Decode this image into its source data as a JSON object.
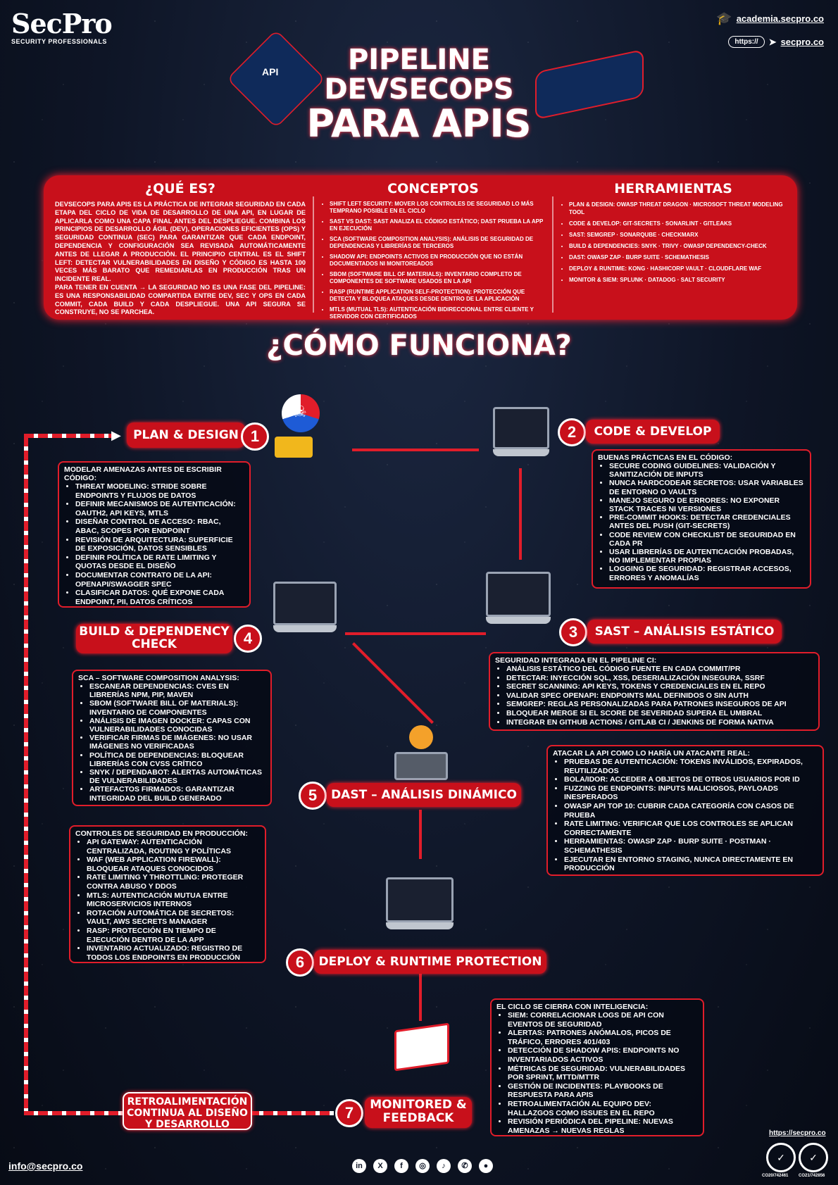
{
  "brand": {
    "name": "SecPro",
    "tagline": "SECURITY PROFESSIONALS"
  },
  "header_links": {
    "academy": "academia.secpro.co",
    "https_pill": "https://",
    "site": "secpro.co"
  },
  "title": {
    "line1": "PIPELINE",
    "line2": "DEVSECOPS",
    "line3": "PARA APIS"
  },
  "info": {
    "que_es": {
      "title": "¿QUÉ ES?",
      "body": "DevSecOps para APIs es la práctica de integrar seguridad en cada etapa del ciclo de vida de desarrollo de una API, en lugar de aplicarla como una capa final antes del despliegue. Combina los principios de desarrollo ágil (Dev), operaciones eficientes (Ops) y seguridad continua (Sec) para garantizar que cada endpoint, dependencia y configuración sea revisada automáticamente antes de llegar a producción. El principio central es el Shift Left: detectar vulnerabilidades en diseño y código es hasta 100 veces más barato que remediarlas en producción tras un incidente real.",
      "note": "Para tener en cuenta → La seguridad no es una fase del pipeline: es una responsabilidad compartida entre Dev, Sec y Ops en cada commit, cada build y cada despliegue. Una API segura se construye, no se parchea."
    },
    "conceptos": {
      "title": "CONCEPTOS",
      "items": [
        "Shift Left Security: Mover los controles de seguridad lo más temprano posible en el ciclo",
        "SAST vs DAST: SAST analiza el código estático; DAST prueba la app en ejecución",
        "SCA (Software Composition Analysis): Análisis de seguridad de dependencias y librerías de terceros",
        "Shadow API: Endpoints activos en producción que no están documentados ni monitoreados",
        "SBOM (Software Bill of Materials): Inventario completo de componentes de software usados en la API",
        "RASP (Runtime Application Self-Protection): Protección que detecta y bloquea ataques desde dentro de la aplicación",
        "mTLS (Mutual TLS): Autenticación bidireccional entre cliente y servidor con certificados"
      ]
    },
    "herramientas": {
      "title": "HERRAMIENTAS",
      "items": [
        "Plan & Design: OWASP Threat Dragon · Microsoft Threat Modeling Tool",
        "Code & Develop: git-secrets · SonarLint · Gitleaks",
        "SAST: Semgrep · SonarQube · Checkmarx",
        "Build & Dependencies: Snyk · Trivy · OWASP Dependency-Check",
        "DAST: OWASP ZAP · Burp Suite · Schemathesis",
        "Deploy & Runtime: Kong · HashiCorp Vault · Cloudflare WAF",
        "Monitor & SIEM: Splunk · Datadog · Salt Security"
      ]
    }
  },
  "how_title": "¿CÓMO FUNCIONA?",
  "steps": [
    {
      "num": "1",
      "label": "PLAN & DESIGN",
      "head": "MODELAR AMENAZAS ANTES DE ESCRIBIR CÓDIGO:",
      "items": [
        "THREAT MODELING: STRIDE SOBRE ENDPOINTS Y FLUJOS DE DATOS",
        "DEFINIR MECANISMOS DE AUTENTICACIÓN: OAUTH2, API KEYS, MTLS",
        "DISEÑAR CONTROL DE ACCESO: RBAC, ABAC, SCOPES POR ENDPOINT",
        "REVISIÓN DE ARQUITECTURA: SUPERFICIE DE EXPOSICIÓN, DATOS SENSIBLES",
        "DEFINIR POLÍTICA DE RATE LIMITING Y QUOTAS DESDE EL DISEÑO",
        "DOCUMENTAR CONTRATO DE LA API: OPENAPI/SWAGGER SPEC",
        "CLASIFICAR DATOS: QUÉ EXPONE CADA ENDPOINT, PII, DATOS CRÍTICOS"
      ]
    },
    {
      "num": "2",
      "label": "CODE & DEVELOP",
      "head": "BUENAS PRÁCTICAS EN EL CÓDIGO:",
      "items": [
        "SECURE CODING GUIDELINES: VALIDACIÓN Y SANITIZACIÓN DE INPUTS",
        "NUNCA HARDCODEAR SECRETOS: USAR VARIABLES DE ENTORNO O VAULTS",
        "MANEJO SEGURO DE ERRORES: NO EXPONER STACK TRACES NI VERSIONES",
        "PRE-COMMIT HOOKS: DETECTAR CREDENCIALES ANTES DEL PUSH (GIT-SECRETS)",
        "CODE REVIEW CON CHECKLIST DE SEGURIDAD EN CADA PR",
        "USAR LIBRERÍAS DE AUTENTICACIÓN PROBADAS, NO IMPLEMENTAR PROPIAS",
        "LOGGING DE SEGURIDAD: REGISTRAR ACCESOS, ERRORES Y ANOMALÍAS"
      ]
    },
    {
      "num": "3",
      "label": "SAST – ANÁLISIS ESTÁTICO",
      "head": "SEGURIDAD INTEGRADA EN EL PIPELINE CI:",
      "items": [
        "ANÁLISIS ESTÁTICO DEL CÓDIGO FUENTE EN CADA COMMIT/PR",
        "DETECTAR: INYECCIÓN SQL, XSS, DESERIALIZACIÓN INSEGURA, SSRF",
        "SECRET SCANNING: API KEYS, TOKENS Y CREDENCIALES EN EL REPO",
        "VALIDAR SPEC OPENAPI: ENDPOINTS MAL DEFINIDOS O SIN AUTH",
        "SEMGREP: REGLAS PERSONALIZADAS PARA PATRONES INSEGUROS DE API",
        "BLOQUEAR MERGE SI EL SCORE DE SEVERIDAD SUPERA EL UMBRAL",
        "INTEGRAR EN GITHUB ACTIONS / GITLAB CI / JENKINS DE FORMA NATIVA"
      ]
    },
    {
      "num": "4",
      "label": "BUILD & DEPENDENCY CHECK",
      "head": "SCA – SOFTWARE COMPOSITION ANALYSIS:",
      "items": [
        "ESCANEAR DEPENDENCIAS: CVES EN LIBRERÍAS NPM, PIP, MAVEN",
        "SBOM (SOFTWARE BILL OF MATERIALS): INVENTARIO DE COMPONENTES",
        "ANÁLISIS DE IMAGEN DOCKER: CAPAS CON VULNERABILIDADES CONOCIDAS",
        "VERIFICAR FIRMAS DE IMÁGENES: NO USAR IMÁGENES NO VERIFICADAS",
        "POLÍTICA DE DEPENDENCIAS: BLOQUEAR LIBRERÍAS CON CVSS CRÍTICO",
        "SNYK / DEPENDABOT: ALERTAS AUTOMÁTICAS DE VULNERABILIDADES",
        "ARTEFACTOS FIRMADOS: GARANTIZAR INTEGRIDAD DEL BUILD GENERADO"
      ]
    },
    {
      "num": "5",
      "label": "DAST – ANÁLISIS DINÁMICO",
      "head": "ATACAR LA API COMO LO HARÍA UN ATACANTE REAL:",
      "items": [
        "PRUEBAS DE AUTENTICACIÓN: TOKENS INVÁLIDOS, EXPIRADOS, REUTILIZADOS",
        "BOLA/IDOR: ACCEDER A OBJETOS DE OTROS USUARIOS POR ID",
        "FUZZING DE ENDPOINTS: INPUTS MALICIOSOS, PAYLOADS INESPERADOS",
        "OWASP API TOP 10: CUBRIR CADA CATEGORÍA CON CASOS DE PRUEBA",
        "RATE LIMITING: VERIFICAR QUE LOS CONTROLES SE APLICAN CORRECTAMENTE",
        "HERRAMIENTAS: OWASP ZAP · BURP SUITE · POSTMAN · SCHEMATHESIS",
        "EJECUTAR EN ENTORNO STAGING, NUNCA DIRECTAMENTE EN PRODUCCIÓN"
      ]
    },
    {
      "num": "6",
      "label": "DEPLOY & RUNTIME PROTECTION",
      "head": "CONTROLES DE SEGURIDAD EN PRODUCCIÓN:",
      "items": [
        "API GATEWAY: AUTENTICACIÓN CENTRALIZADA, ROUTING Y POLÍTICAS",
        "WAF (WEB APPLICATION FIREWALL): BLOQUEAR ATAQUES CONOCIDOS",
        "RATE LIMITING Y THROTTLING: PROTEGER CONTRA ABUSO Y DDOS",
        "MTLS: AUTENTICACIÓN MUTUA ENTRE MICROSERVICIOS INTERNOS",
        "ROTACIÓN AUTOMÁTICA DE SECRETOS: VAULT, AWS SECRETS MANAGER",
        "RASP: PROTECCIÓN EN TIEMPO DE EJECUCIÓN DENTRO DE LA APP",
        "INVENTARIO ACTUALIZADO: REGISTRO DE TODOS LOS ENDPOINTS EN PRODUCCIÓN"
      ]
    },
    {
      "num": "7",
      "label": "MONITORED & FEEDBACK",
      "head": "EL CICLO SE CIERRA CON INTELIGENCIA:",
      "items": [
        "SIEM: CORRELACIONAR LOGS DE API CON EVENTOS DE SEGURIDAD",
        "ALERTAS: PATRONES ANÓMALOS, PICOS DE TRÁFICO, ERRORES 401/403",
        "DETECCIÓN DE SHADOW APIS: ENDPOINTS NO INVENTARIADOS ACTIVOS",
        "MÉTRICAS DE SEGURIDAD: VULNERABILIDADES POR SPRINT, MTTD/MTTR",
        "GESTIÓN DE INCIDENTES: PLAYBOOKS DE RESPUESTA PARA APIS",
        "RETROALIMENTACIÓN AL EQUIPO DEV: HALLAZGOS COMO ISSUES EN EL REPO",
        "REVISIÓN PERIÓDICA DEL PIPELINE: NUEVAS AMENAZAS → NUEVAS REGLAS"
      ]
    }
  ],
  "feedback_label": "RETROALIMENTACIÓN CONTINUA AL DISEÑO Y DESARROLLO",
  "footer": {
    "email": "info@secpro.co",
    "site": "https://secpro.co",
    "badges": [
      "CO20/742461",
      "CO21/742856"
    ]
  },
  "social_icons": [
    "linkedin-icon",
    "x-icon",
    "facebook-icon",
    "instagram-icon",
    "tiktok-icon",
    "whatsapp-icon",
    "github-icon"
  ],
  "colors": {
    "accent": "#c8101b",
    "bg": "#0e1526"
  }
}
